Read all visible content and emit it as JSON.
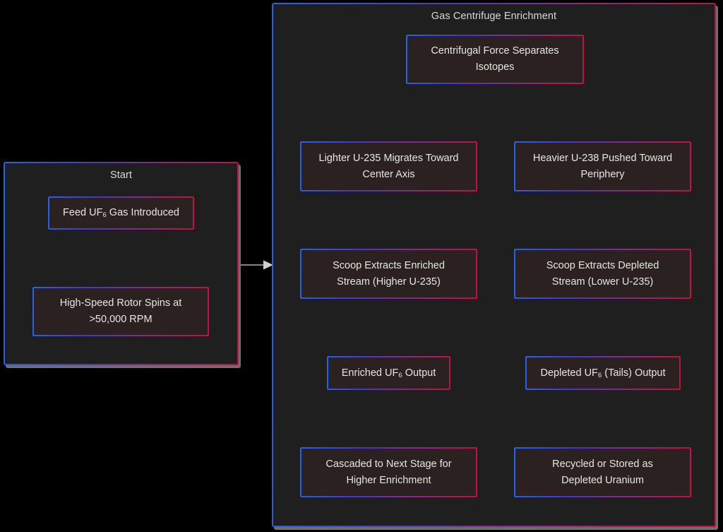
{
  "diagram": {
    "title": "Gas Centrifuge Enrichment",
    "type": "flowchart",
    "background_color": "#000000",
    "panel_fill": "#1f1f1f",
    "node_fill": "#2b2121",
    "border_gradient_from": "#2563eb",
    "border_gradient_to": "#c5103f",
    "edge_color": "#b0b0b0",
    "text_color": "#e6e6e6"
  },
  "panels": {
    "start": {
      "title": "Start"
    },
    "centrifuge": {
      "title": "Gas Centrifuge Enrichment"
    }
  },
  "nodes": {
    "feed": {
      "line1": "Feed UF",
      "sub": "6",
      "line2": " Gas Introduced"
    },
    "rotor": {
      "line1": "High-Speed Rotor Spins at",
      "line2": ">50,000 RPM"
    },
    "force": {
      "line1": "Centrifugal Force Separates",
      "line2": "Isotopes"
    },
    "lighter": {
      "line1": "Lighter U-235 Migrates Toward",
      "line2": "Center Axis"
    },
    "heavier": {
      "line1": "Heavier U-238 Pushed Toward",
      "line2": "Periphery"
    },
    "scoop_enriched": {
      "line1": "Scoop Extracts Enriched",
      "line2": "Stream (Higher U-235)"
    },
    "scoop_depleted": {
      "line1": "Scoop Extracts Depleted",
      "line2": "Stream (Lower U-235)"
    },
    "enriched_output": {
      "line1": "Enriched UF",
      "sub": "6",
      "line2": " Output"
    },
    "depleted_output": {
      "line1": "Depleted UF",
      "sub": "6",
      "line2": " (Tails) Output"
    },
    "cascade": {
      "line1": "Cascaded to Next Stage for",
      "line2": "Higher Enrichment"
    },
    "recycle": {
      "line1": "Recycled or Stored as",
      "line2": "Depleted Uranium"
    }
  },
  "edges": [
    {
      "from": "feed",
      "to": "rotor"
    },
    {
      "from": "start-panel",
      "to": "centrifuge-panel"
    },
    {
      "from": "force",
      "to": "lighter"
    },
    {
      "from": "force",
      "to": "heavier"
    },
    {
      "from": "lighter",
      "to": "scoop_enriched"
    },
    {
      "from": "heavier",
      "to": "scoop_depleted"
    },
    {
      "from": "scoop_enriched",
      "to": "enriched_output"
    },
    {
      "from": "scoop_depleted",
      "to": "depleted_output"
    },
    {
      "from": "enriched_output",
      "to": "cascade"
    },
    {
      "from": "depleted_output",
      "to": "recycle"
    }
  ]
}
